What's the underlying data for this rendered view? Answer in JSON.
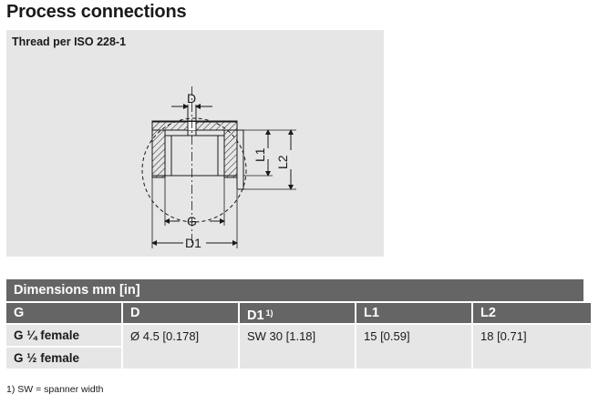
{
  "page": {
    "title": "Process connections"
  },
  "figure": {
    "caption": "Thread per ISO 228-1",
    "labels": {
      "D": "D",
      "G": "G",
      "D1": "D1",
      "L1": "L1",
      "L2": "L2"
    }
  },
  "table": {
    "title": "Dimensions mm [in]",
    "headers": {
      "g": "G",
      "d": "D",
      "d1": "D1",
      "d1_note": "1)",
      "l1": "L1",
      "l2": "L2"
    },
    "rows": [
      {
        "g": "G ¼ female"
      },
      {
        "g": "G ½ female"
      }
    ],
    "values": {
      "d": "Ø 4.5 [0.178]",
      "d1": "SW 30 [1.18]",
      "l1": "15 [0.59]",
      "l2": "18 [0.71]"
    }
  },
  "footnote": "1) SW = spanner width"
}
